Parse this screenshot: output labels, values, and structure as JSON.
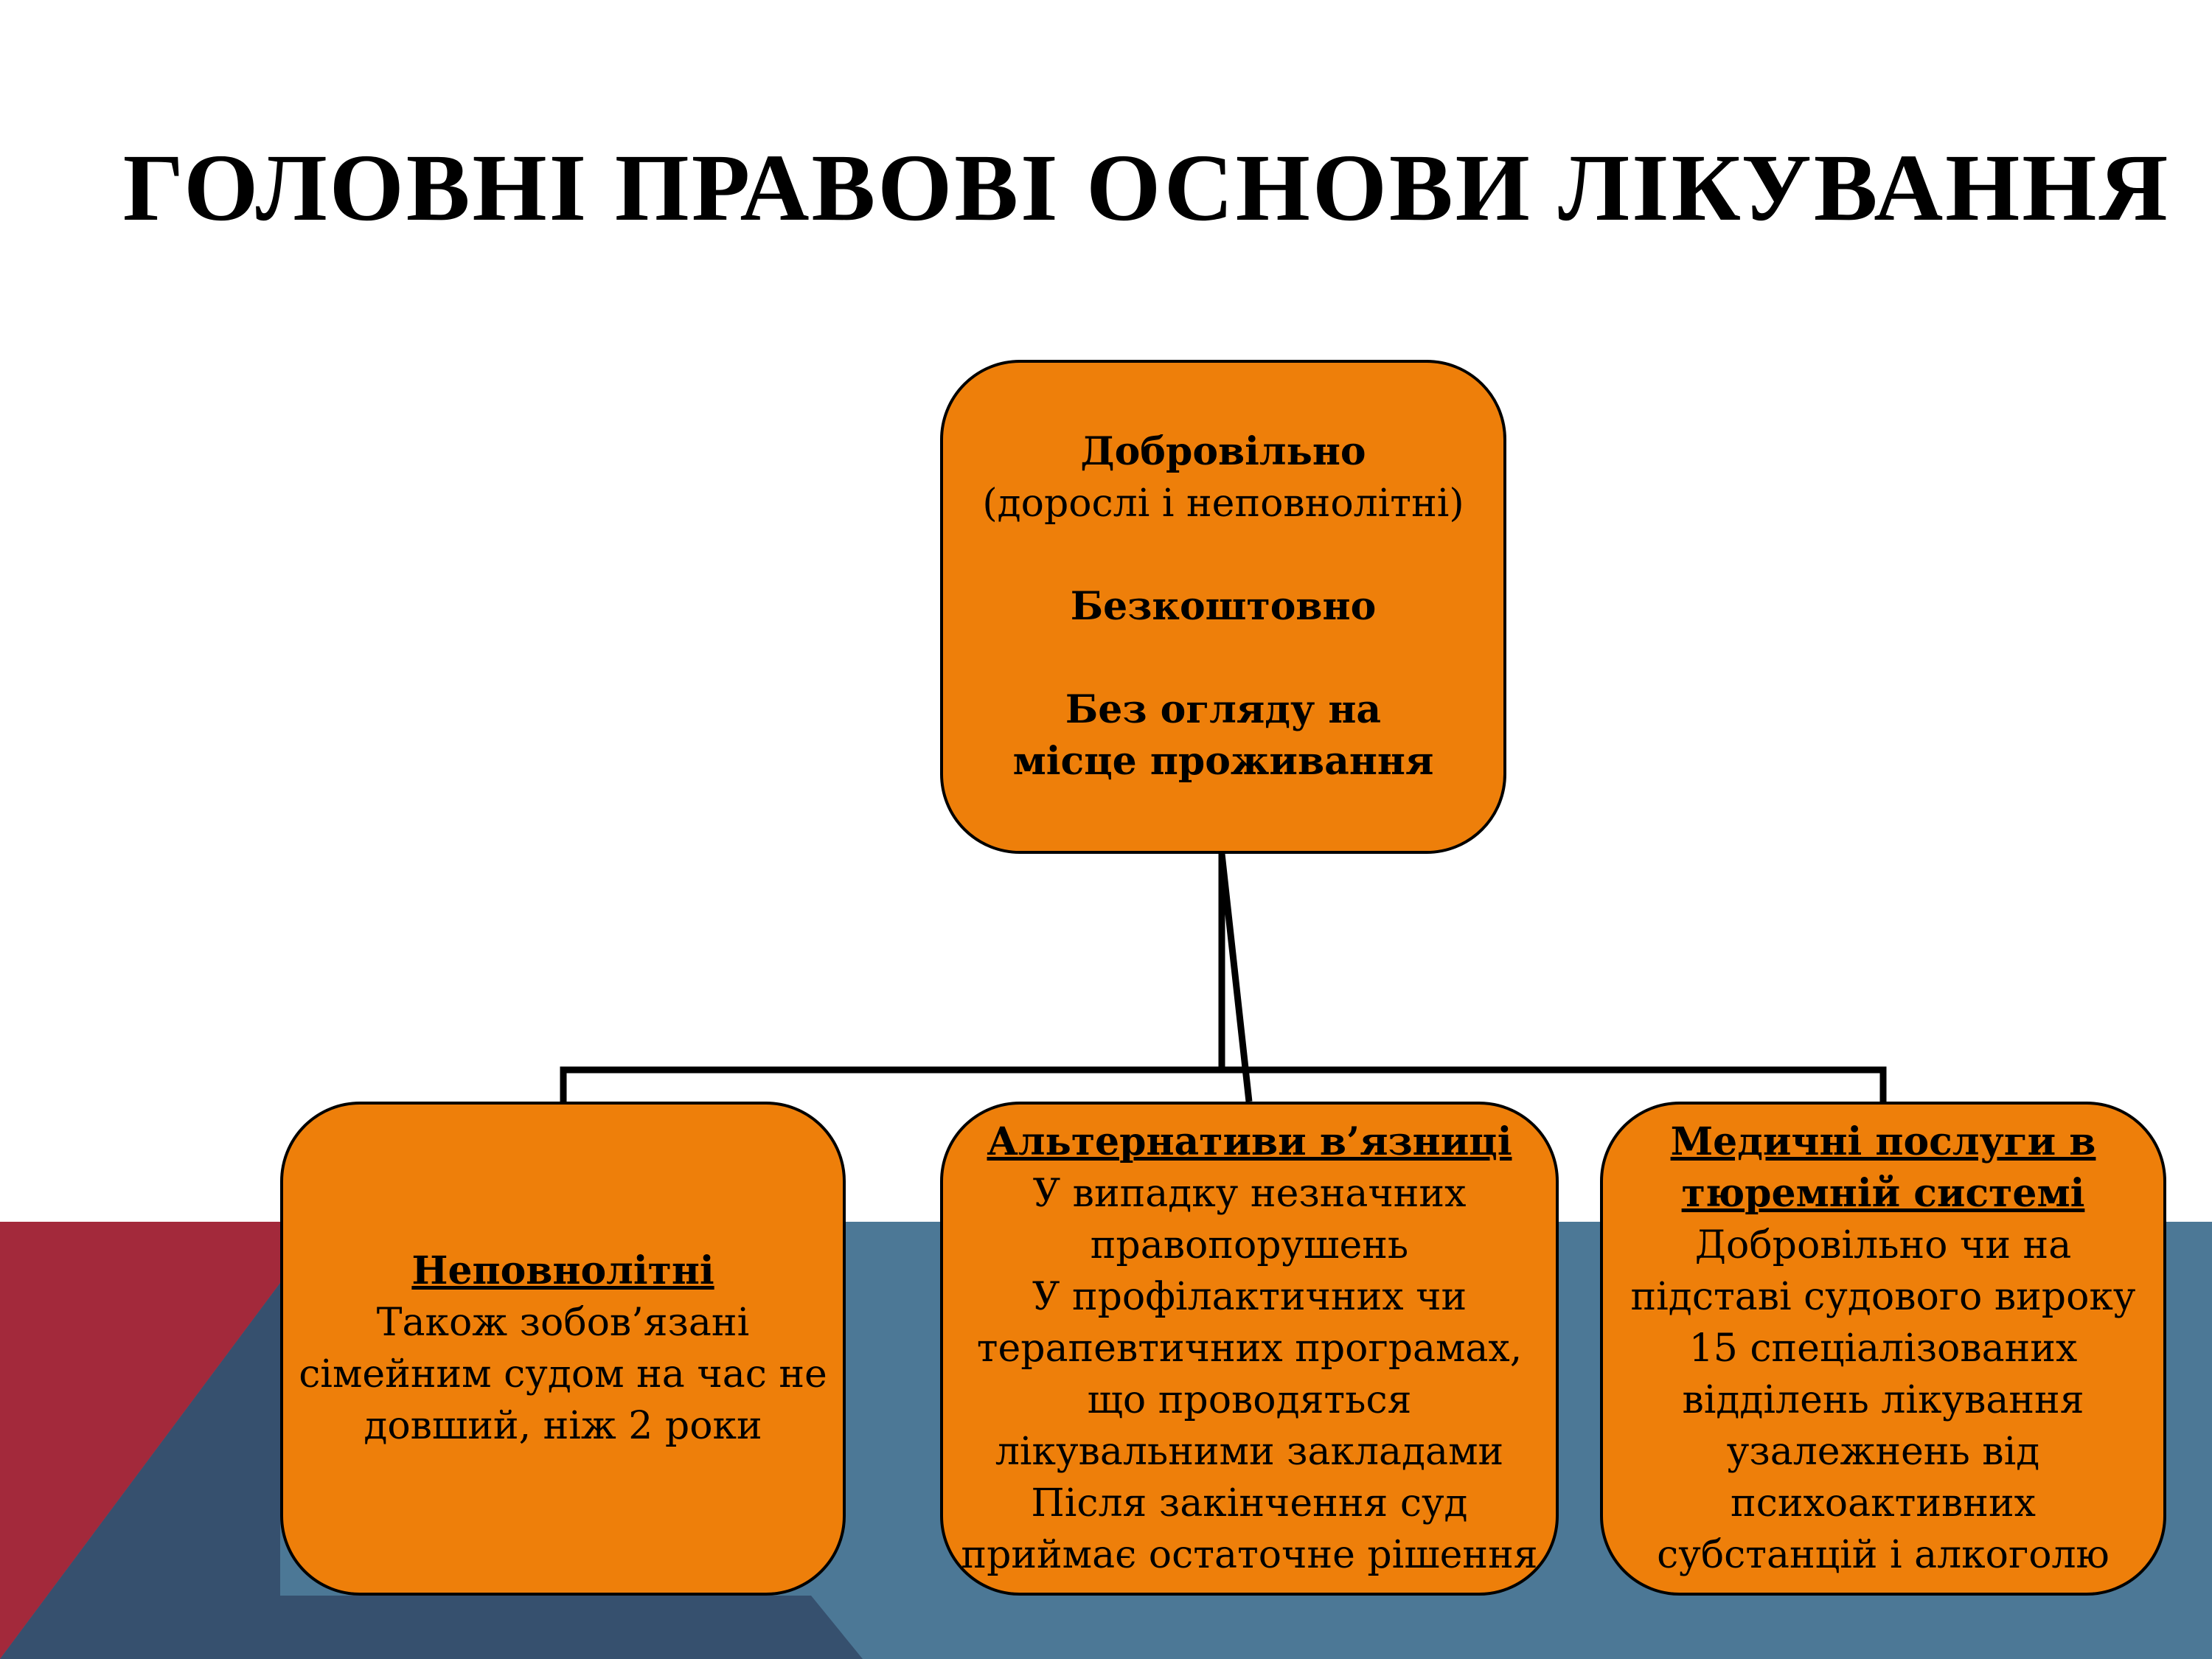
{
  "title": "ГОЛОВНІ ПРАВОВІ ОСНОВИ ЛІКУВАННЯ",
  "top_box": {
    "line1": "Добровільно",
    "line2": "(дорослі і неповнолітні)",
    "line3": "Безкоштовно",
    "line4": "Без огляду на",
    "line5": "місце проживання"
  },
  "boxes": [
    {
      "heading": "Неповнолітні",
      "lines": [
        "Також зобов’язані",
        "сімейним судом на час не",
        "довший, ніж 2 роки"
      ]
    },
    {
      "heading": "Альтернативи в’язниці",
      "lines": [
        "У випадку незначних",
        "правопорушень",
        "У профілактичних чи",
        "терапевтичних програмах,",
        "що проводяться",
        "лікувальними закладами",
        "Після закінчення суд",
        "приймає остаточне рішення"
      ]
    },
    {
      "heading_lines": [
        "Медичні послуги в",
        "тюремній системі"
      ],
      "lines": [
        "Добровільно чи на",
        "підставі судового вироку",
        "15 спеціалізованих",
        "відділень лікування",
        "узалежнень від",
        "психоактивних",
        "субстанцій і алкоголю"
      ]
    }
  ],
  "colors": {
    "box_fill": "#ee7f0a",
    "band_blue": "#4c7896",
    "band_red": "#a3293b",
    "band_navy": "#36506e"
  }
}
